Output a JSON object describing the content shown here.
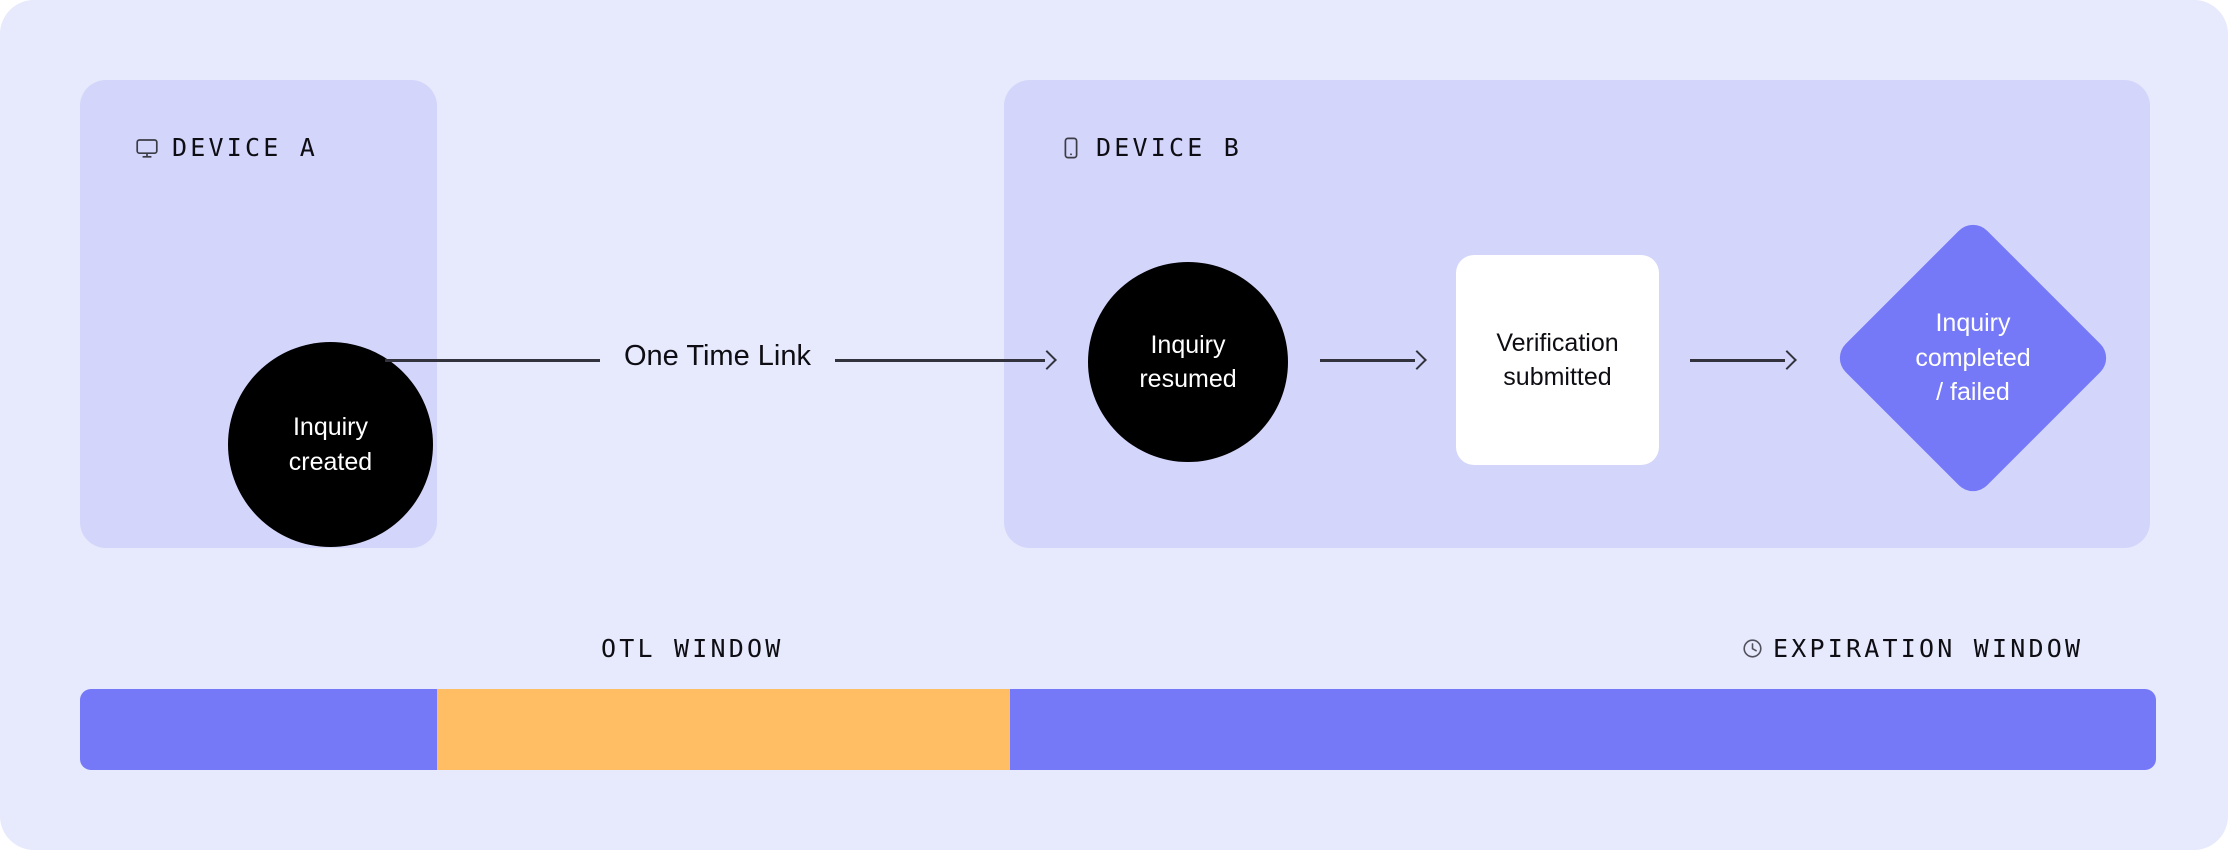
{
  "colors": {
    "canvas_background": "#E7E9FC",
    "panel_background": "#D3D5FB",
    "node_dark": "#000000",
    "node_white": "#FFFFFF",
    "accent_indigo": "#7579F7",
    "accent_orange": "#FFBE63",
    "text_dark": "#0D0D13",
    "line": "#33333D"
  },
  "panels": [
    {
      "id": "device-a",
      "label": "DEVICE A",
      "icon": "monitor-icon"
    },
    {
      "id": "device-b",
      "label": "DEVICE B",
      "icon": "mobile-phone-icon"
    }
  ],
  "nodes": {
    "inquiry_created": {
      "label": "Inquiry\ncreated",
      "shape": "circle",
      "fill": "#000000",
      "text_color": "#FFFFFF"
    },
    "inquiry_resumed": {
      "label": "Inquiry\nresumed",
      "shape": "circle",
      "fill": "#000000",
      "text_color": "#FFFFFF"
    },
    "verification_submitted": {
      "label": "Verification\nsubmitted",
      "shape": "rounded-square",
      "fill": "#FFFFFF",
      "text_color": "#0D0D13"
    },
    "inquiry_final": {
      "label": "Inquiry\ncompleted\n/ failed",
      "shape": "diamond",
      "fill": "#7579F7",
      "text_color": "#FFFFFF"
    }
  },
  "connectors": {
    "one_time_link_label": "One Time Link"
  },
  "timeline": {
    "labels": [
      {
        "id": "otl-window",
        "text": "OTL WINDOW",
        "icon": null
      },
      {
        "id": "expiration-window",
        "text": "EXPIRATION WINDOW",
        "icon": "clock-icon"
      }
    ],
    "segments": [
      {
        "name": "pre-otl",
        "color": "#7579F7",
        "width_pct": 17.2
      },
      {
        "name": "otl-window",
        "color": "#FFBE63",
        "width_pct": 27.6
      },
      {
        "name": "expiration-window",
        "color": "#7579F7",
        "width_pct": 55.2
      }
    ]
  }
}
